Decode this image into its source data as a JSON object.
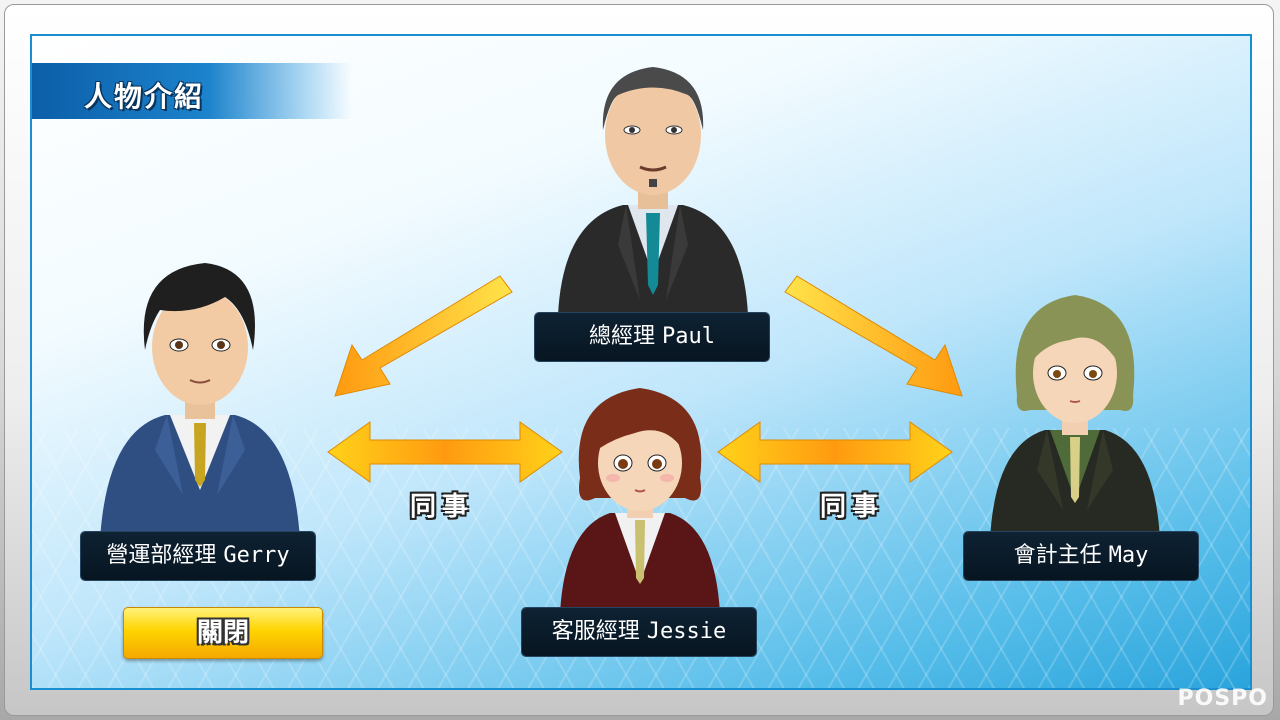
{
  "header": {
    "title": "人物介紹"
  },
  "characters": [
    {
      "id": "paul",
      "label_cn": "總經理",
      "label_en": "Paul"
    },
    {
      "id": "gerry",
      "label_cn": "營運部經理",
      "label_en": "Gerry"
    },
    {
      "id": "jessie",
      "label_cn": "客服經理",
      "label_en": "Jessie"
    },
    {
      "id": "may",
      "label_cn": "會計主任",
      "label_en": "May"
    }
  ],
  "relations": {
    "left": "同事",
    "right": "同事"
  },
  "close_button": {
    "label": "關閉"
  },
  "watermark": "POSPO",
  "colors": {
    "accent": "#1a8fd0",
    "arrow": "#ffb000",
    "button": "#ffd400"
  }
}
